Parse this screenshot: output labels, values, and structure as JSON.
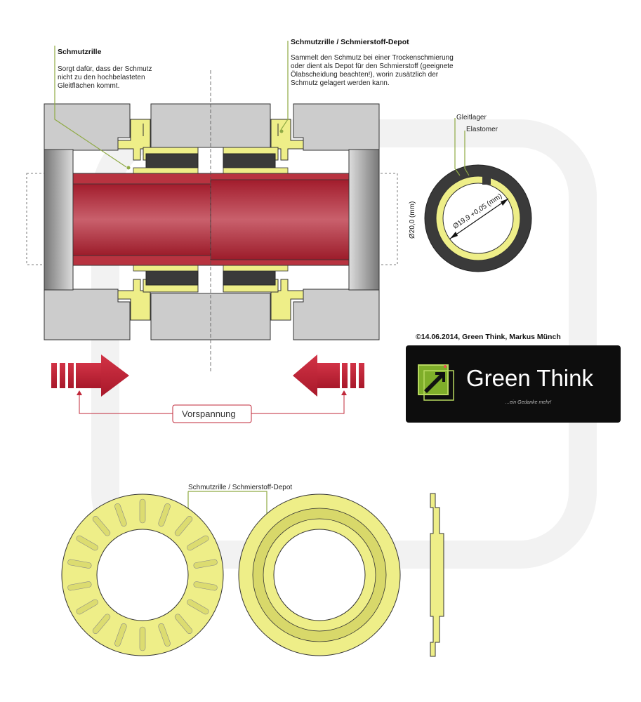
{
  "annotations": {
    "groove_left": {
      "title": "Schmutzrille",
      "lines": [
        "Sorgt dafür, dass der Schmutz",
        "nicht zu den hochbelasteten",
        "Gleitflächen kommt."
      ]
    },
    "groove_right": {
      "title": "Schmutzrille / Schmierstoff-Depot",
      "lines": [
        "Sammelt den Schmutz bei einer Trockenschmierung",
        "oder dient als Depot für den Schmierstoff (geeignete",
        "Ölabscheidung beachten!), worin zusätzlich der",
        "Schmutz gelagert werden kann."
      ]
    },
    "diameter_outer": "Ø20,0 (mm)",
    "diameter_inner": "Ø19,9 +0,05 (mm)",
    "ring_label_1": "Gleitlager",
    "ring_label_2": "Elastomer",
    "preload": "Vorspannung",
    "washer_label": "Schmutzrille / Schmierstoff-Depot"
  },
  "copyright": "©14.06.2014, Green Think, Markus Münch",
  "logo": {
    "title": "Green Think",
    "tagline": "...ein Gedanke mehr!"
  },
  "colors": {
    "housing": "#cccccc",
    "bushing": "#eeee88",
    "shaft": "#b83340",
    "elastomer": "#3a3a3a",
    "arrow": "#c0283a",
    "leader": "#8faa44"
  }
}
